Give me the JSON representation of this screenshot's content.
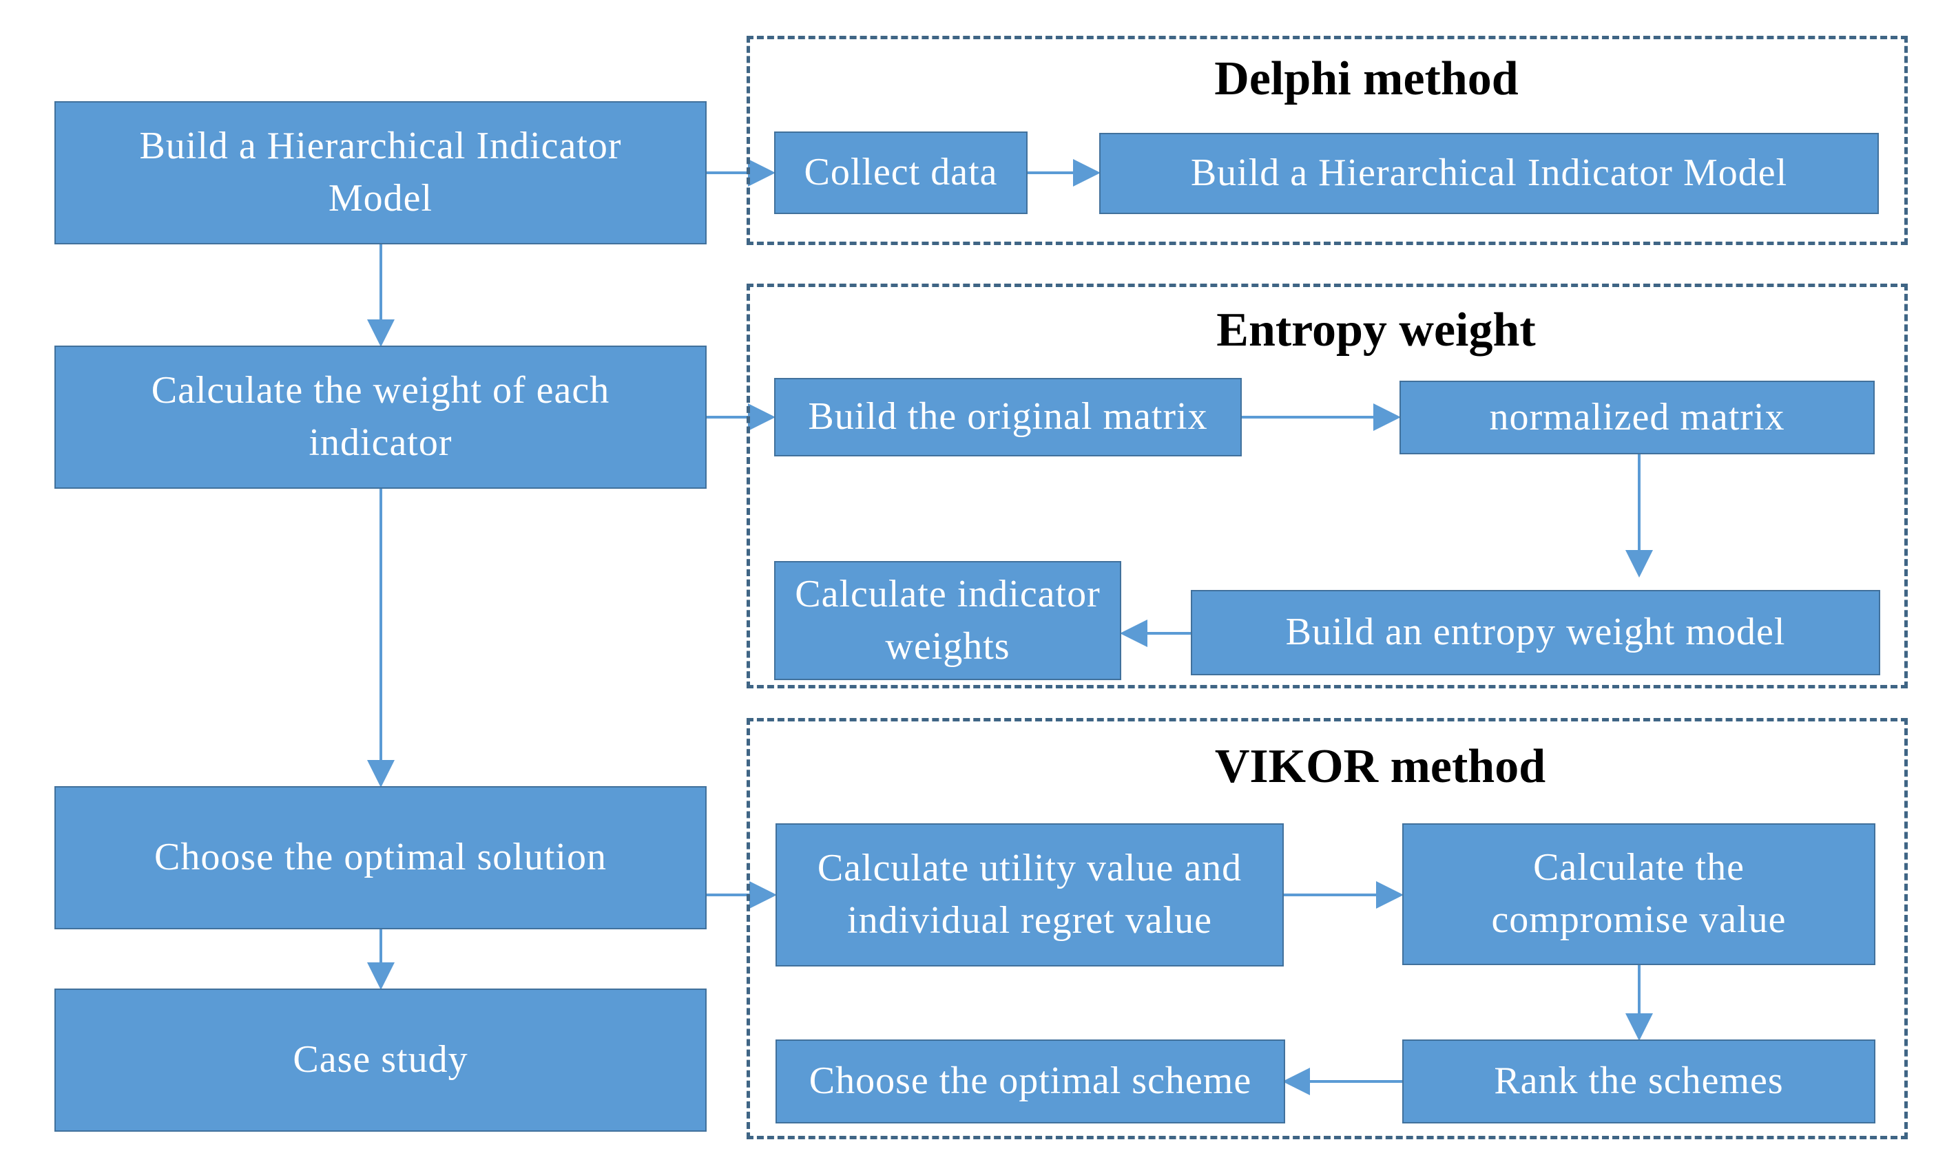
{
  "colors": {
    "box_fill": "#5b9bd5",
    "box_border": "#41719c",
    "arrow": "#5b9bd5",
    "group_border": "#3f6585"
  },
  "main_steps": [
    "Build a Hierarchical Indicator Model",
    "Calculate the weight of each indicator",
    "Choose the optimal solution",
    "Case study"
  ],
  "delphi": {
    "title": "Delphi method",
    "collect": "Collect data",
    "build_model": "Build a Hierarchical Indicator Model"
  },
  "entropy": {
    "title": "Entropy weight",
    "original_matrix": "Build the original matrix",
    "normalized_matrix": "normalized matrix",
    "entropy_model": "Build an entropy weight model",
    "indicator_weights": "Calculate indicator weights"
  },
  "vikor": {
    "title": "VIKOR method",
    "utility": "Calculate utility value and individual regret value",
    "compromise": "Calculate the compromise value",
    "rank": "Rank the schemes",
    "optimal_scheme": "Choose the optimal scheme"
  }
}
